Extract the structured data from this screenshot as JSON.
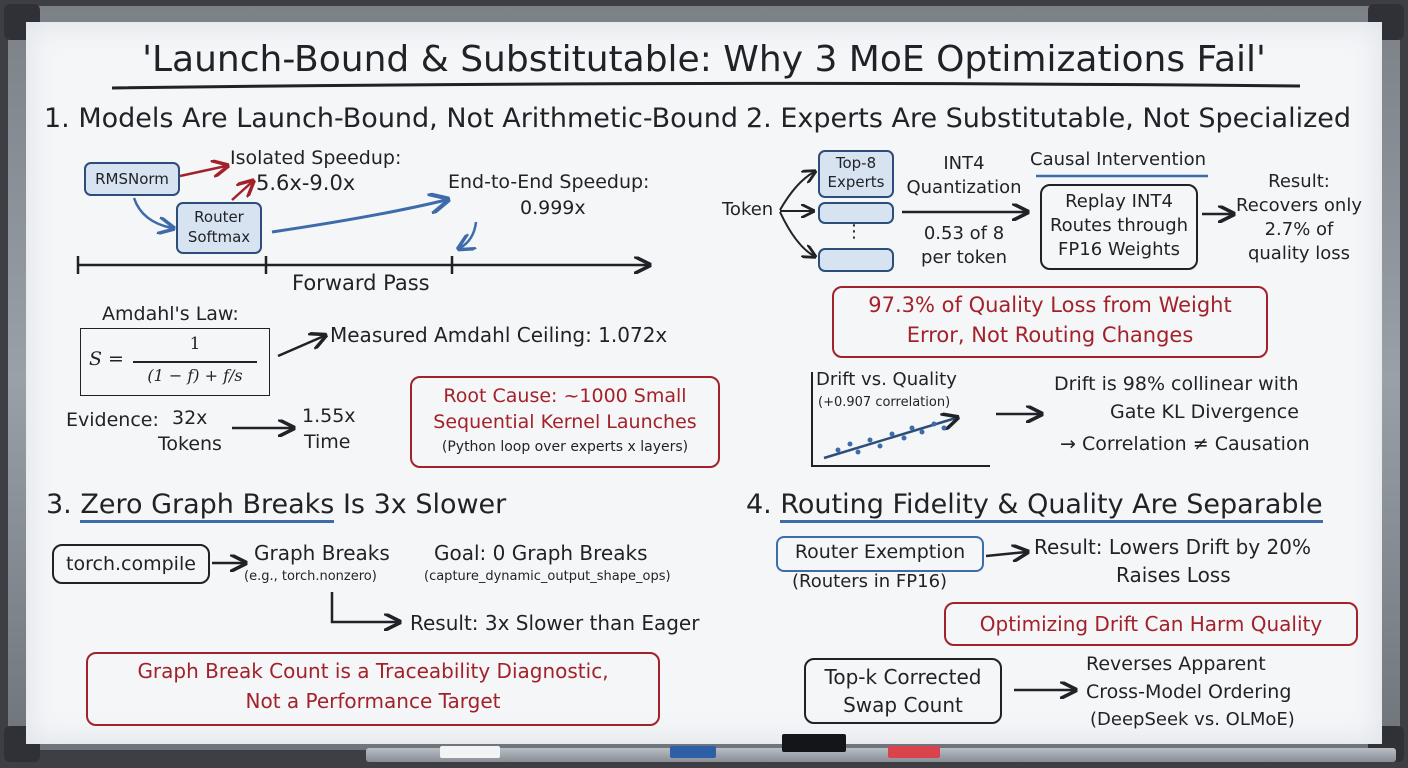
{
  "title": "'Launch-Bound & Substitutable: Why 3 MoE Optimizations Fail'",
  "section1": {
    "heading": "1. Models Are Launch-Bound, Not Arithmetic-Bound",
    "rmsnorm": "RMSNorm",
    "router_softmax_l1": "Router",
    "router_softmax_l2": "Softmax",
    "isolated_label": "Isolated Speedup:",
    "isolated_value": "5.6x-9.0x",
    "e2e_label": "End-to-End Speedup:",
    "e2e_value": "0.999x",
    "forward_pass": "Forward Pass",
    "amdahl_label": "Amdahl's Law:",
    "formula_lhs": "S =",
    "formula_num": "1",
    "formula_den": "(1 − f) + f/s",
    "amdahl_ceiling": "Measured Amdahl Ceiling: 1.072x",
    "evidence_label": "Evidence:",
    "evidence_tokens_value": "32x",
    "evidence_tokens_label": "Tokens",
    "evidence_time_value": "1.55x",
    "evidence_time_label": "Time",
    "root_cause_l1": "Root Cause: ~1000 Small",
    "root_cause_l2": "Sequential Kernel Launches",
    "root_cause_note": "(Python loop over experts x layers)"
  },
  "section2": {
    "heading": "2. Experts Are Substitutable, Not Specialized",
    "token": "Token",
    "topk_l1": "Top-8",
    "topk_l2": "Experts",
    "dots": "⋮",
    "quant_l1": "INT4",
    "quant_l2": "Quantization",
    "per_token_l1": "0.53 of 8",
    "per_token_l2": "per token",
    "causal_label": "Causal Intervention",
    "replay_l1": "Replay INT4",
    "replay_l2": "Routes through",
    "replay_l3": "FP16 Weights",
    "result_l1": "Result:",
    "result_l2": "Recovers only",
    "result_l3": "2.7% of",
    "result_l4": "quality loss",
    "quality_loss_l1": "97.3% of Quality Loss from Weight",
    "quality_loss_l2": "Error, Not Routing Changes",
    "drift_title": "Drift vs. Quality",
    "drift_corr": "(+0.907 correlation)",
    "drift_text_l1": "Drift is 98% collinear with",
    "drift_text_l2": "Gate KL Divergence",
    "drift_text_l3": "→ Correlation ≠ Causation"
  },
  "section3": {
    "heading_prefix": "3.",
    "heading_underlined": "Zero Graph Breaks",
    "heading_suffix": "Is 3x Slower",
    "torch_compile": "torch.compile",
    "graph_breaks": "Graph Breaks",
    "graph_breaks_example": "(e.g., torch.nonzero)",
    "goal": "Goal: 0 Graph Breaks",
    "goal_note": "(capture_dynamic_output_shape_ops)",
    "result": "Result: 3x Slower than Eager",
    "diagnostic_l1": "Graph Break Count is a Traceability Diagnostic,",
    "diagnostic_l2": "Not a Performance Target"
  },
  "section4": {
    "heading_prefix": "4.",
    "heading_underlined": "Routing Fidelity & Quality Are Separable",
    "router_exemption": "Router Exemption",
    "router_note": "(Routers in FP16)",
    "result_l1": "Result: Lowers Drift by 20%",
    "result_l2": "Raises Loss",
    "optimizing_drift": "Optimizing Drift Can Harm Quality",
    "topk_swap_l1": "Top-k Corrected",
    "topk_swap_l2": "Swap Count",
    "reverses_l1": "Reverses Apparent",
    "reverses_l2": "Cross-Model Ordering",
    "reverses_l3": "(DeepSeek vs. OLMoE)"
  },
  "colors": {
    "ink": "#1f2226",
    "red": "#a3222a",
    "blue": "#3e6cab",
    "box_fill": "#d7e3f1"
  }
}
